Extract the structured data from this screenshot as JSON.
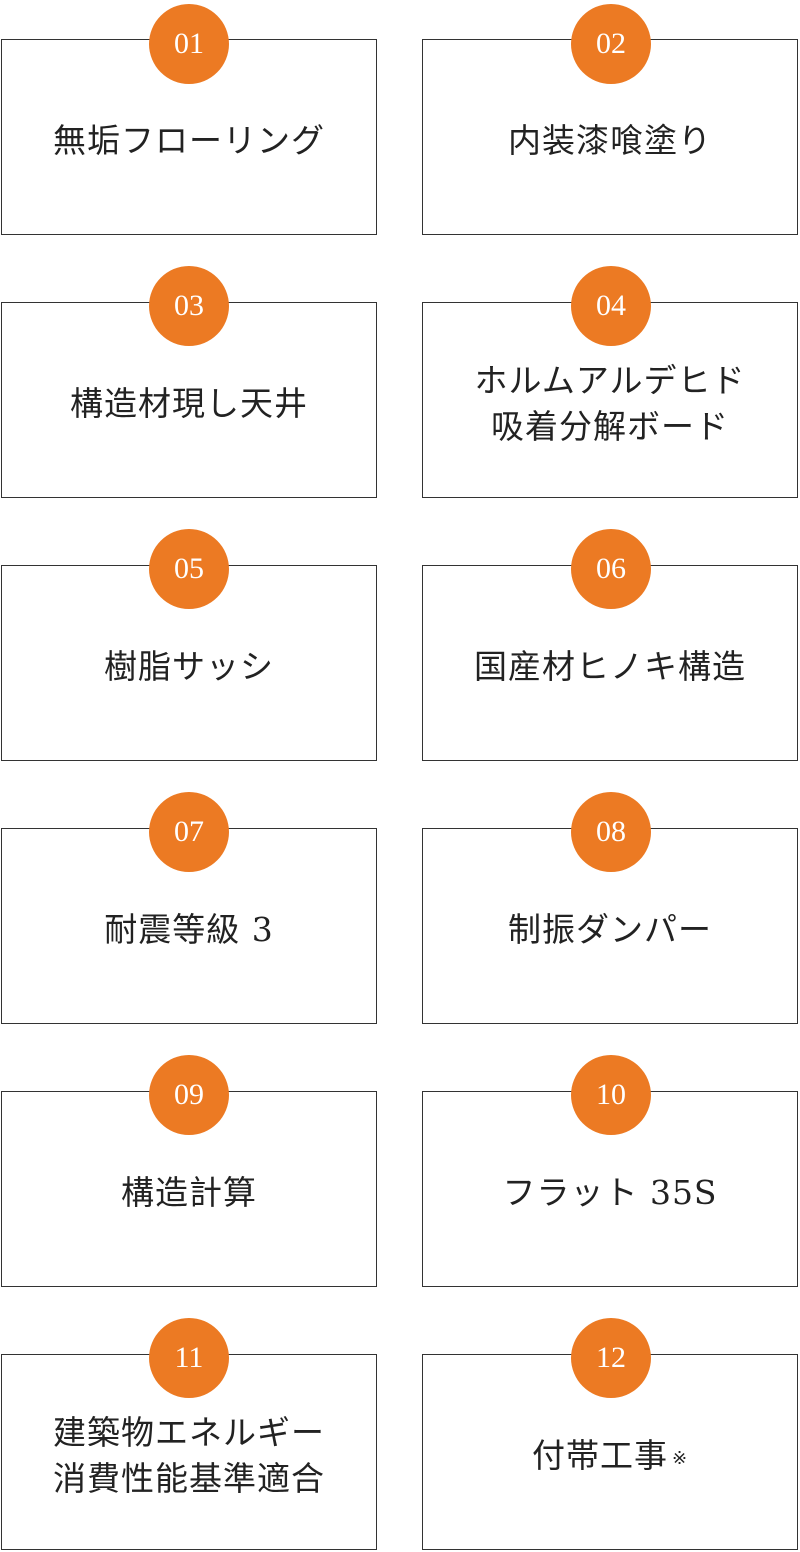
{
  "colors": {
    "badge": "#ec7a23",
    "border": "#333333",
    "text": "#222222"
  },
  "items": [
    {
      "number": "01",
      "label": "無垢フローリング"
    },
    {
      "number": "02",
      "label": "内装漆喰塗り"
    },
    {
      "number": "03",
      "label": "構造材現し天井"
    },
    {
      "number": "04",
      "label": "ホルムアルデヒド\n吸着分解ボード"
    },
    {
      "number": "05",
      "label": "樹脂サッシ"
    },
    {
      "number": "06",
      "label": "国産材ヒノキ構造"
    },
    {
      "number": "07",
      "label": "耐震等級 3"
    },
    {
      "number": "08",
      "label": "制振ダンパー"
    },
    {
      "number": "09",
      "label": "構造計算"
    },
    {
      "number": "10",
      "label": "フラット 35S"
    },
    {
      "number": "11",
      "label": "建築物エネルギー\n消費性能基準適合"
    },
    {
      "number": "12",
      "label": "付帯工事",
      "note": "※"
    }
  ]
}
